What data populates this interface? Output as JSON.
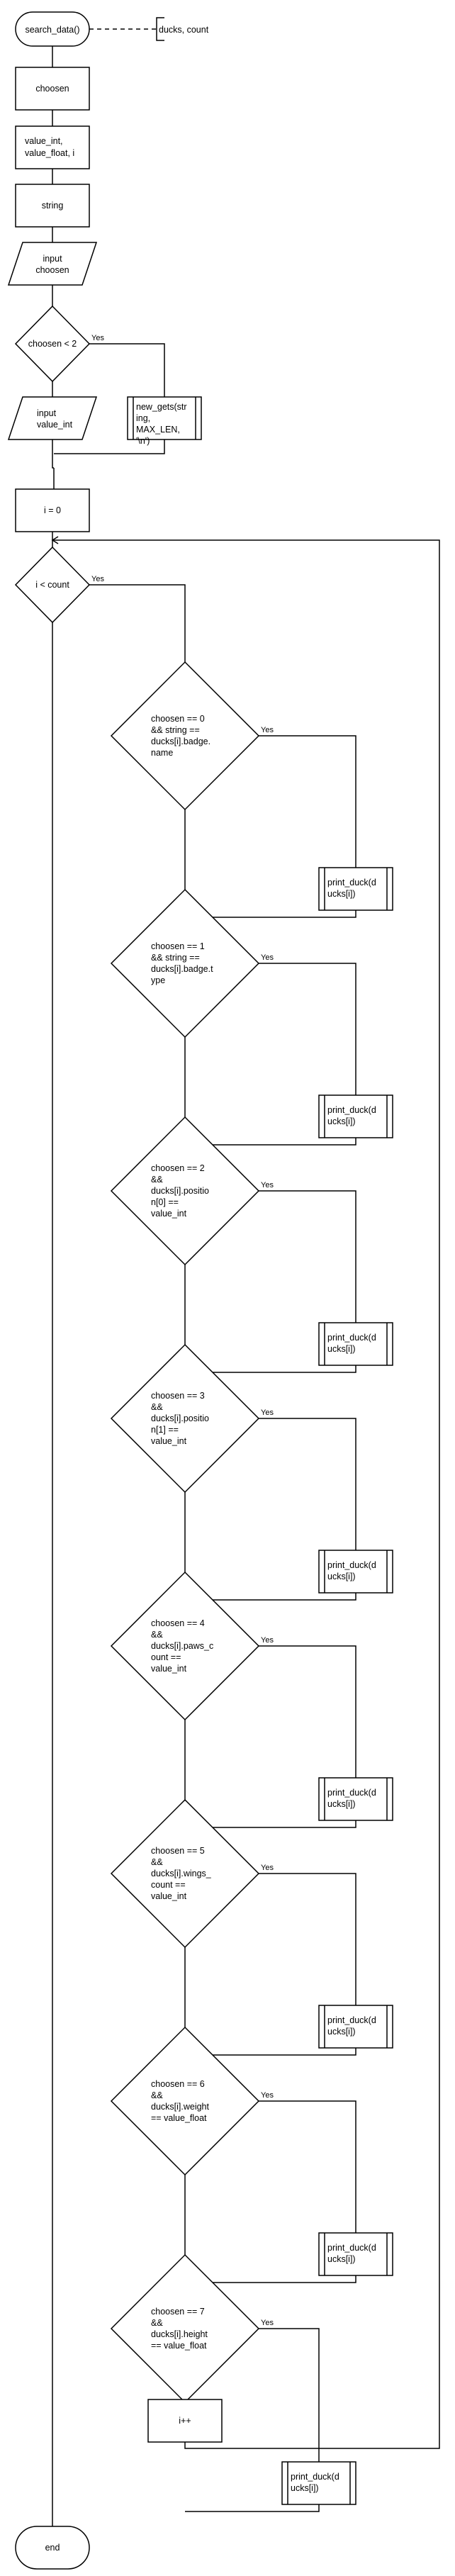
{
  "start": {
    "label": "search_data()"
  },
  "note": {
    "label": "ducks, count"
  },
  "steps": {
    "decl1": "choosen",
    "decl2_l1": "value_int,",
    "decl2_l2": "value_float, i",
    "decl3": "string",
    "input1_l1": "input",
    "input1_l2": "choosen",
    "cond_lt2": "choosen < 2",
    "input2_l1": "input",
    "input2_l2": "value_int",
    "gets_l1": "new_gets(str",
    "gets_l2": "ing,",
    "gets_l3": "MAX_LEN,",
    "gets_l4": "'\\n')",
    "init_i": "i = 0",
    "loop_cond": "i < count",
    "incr": "i++",
    "end": "end"
  },
  "yes_label": "Yes",
  "conditions": [
    {
      "lines": [
        "choosen == 0",
        "&& string ==",
        "ducks[i].badge.",
        "name"
      ]
    },
    {
      "lines": [
        "choosen == 1",
        "&& string ==",
        "ducks[i].badge.t",
        "ype"
      ]
    },
    {
      "lines": [
        "choosen == 2",
        "&&",
        "ducks[i].positio",
        "n[0] ==",
        "value_int"
      ]
    },
    {
      "lines": [
        "choosen == 3",
        "&&",
        "ducks[i].positio",
        "n[1] ==",
        "value_int"
      ]
    },
    {
      "lines": [
        "choosen == 4",
        "&&",
        "ducks[i].paws_c",
        "ount ==",
        "value_int"
      ]
    },
    {
      "lines": [
        "choosen == 5",
        "&&",
        "ducks[i].wings_",
        "count ==",
        "value_int"
      ]
    },
    {
      "lines": [
        "choosen == 6",
        "&&",
        "ducks[i].weight",
        "== value_float"
      ]
    },
    {
      "lines": [
        "choosen == 7",
        "&&",
        "ducks[i].height",
        "== value_float"
      ]
    }
  ],
  "print_call": {
    "l1": "print_duck(d",
    "l2": "ucks[i])"
  }
}
